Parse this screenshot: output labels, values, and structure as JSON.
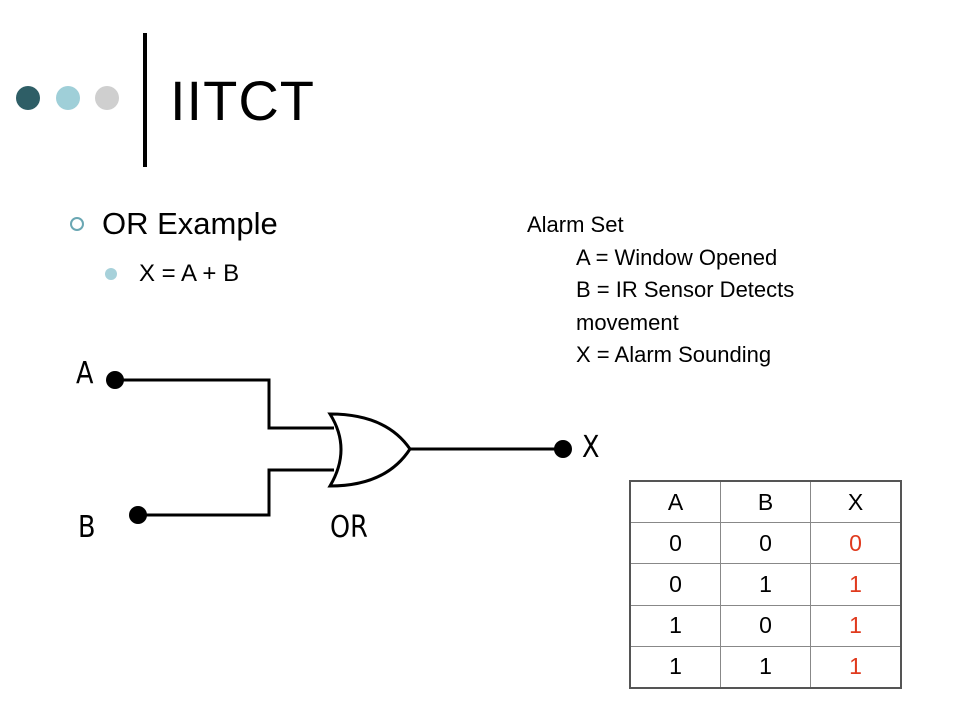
{
  "slide": {
    "title": "IITCT",
    "bullet": "OR Example",
    "sub_bullet": "X = A + B"
  },
  "alarm": {
    "heading": "Alarm Set",
    "lines": [
      "A = Window Opened",
      "B = IR Sensor Detects",
      "movement",
      "X = Alarm Sounding"
    ]
  },
  "circuit": {
    "input_a": "A",
    "input_b": "B",
    "output": "X",
    "gate_label": "OR"
  },
  "truth_table": {
    "headers": [
      "A",
      "B",
      "X"
    ],
    "rows": [
      [
        "0",
        "0",
        "0"
      ],
      [
        "0",
        "1",
        "1"
      ],
      [
        "1",
        "0",
        "1"
      ],
      [
        "1",
        "1",
        "1"
      ]
    ]
  },
  "colors": {
    "dot_dark": "#2e5e66",
    "dot_mid": "#9fcfd8",
    "dot_light": "#cfcfcf",
    "output_red": "#e03a1e"
  }
}
